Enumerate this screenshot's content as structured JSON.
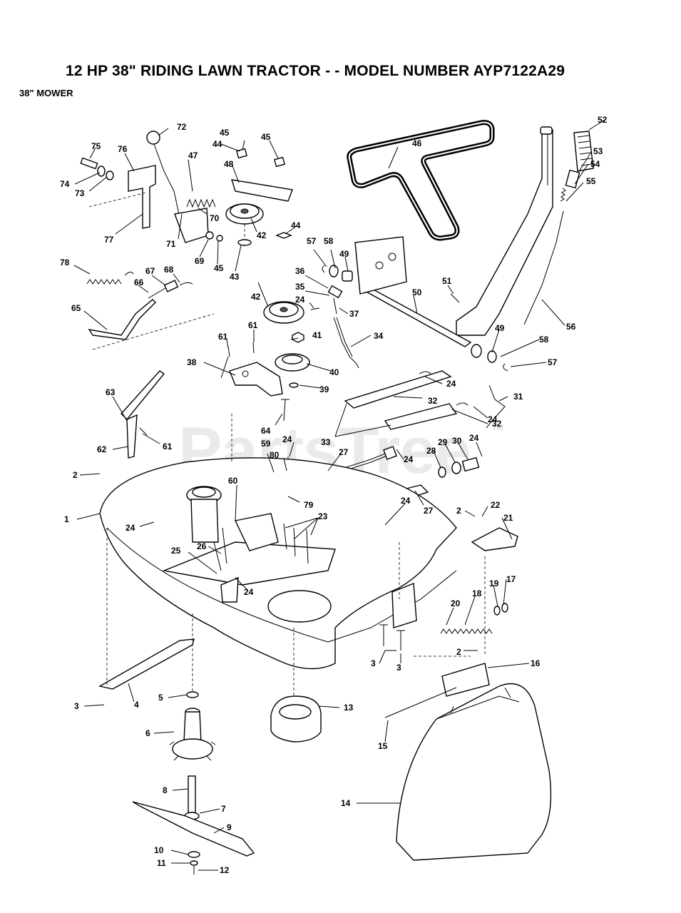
{
  "header": {
    "title": "12 HP 38\" RIDING LAWN TRACTOR - - MODEL NUMBER AYP7122A29",
    "subtitle": "38\" MOWER"
  },
  "watermark": {
    "text": "PartsTree",
    "trademark": "TM"
  },
  "callouts": {
    "c1": "1",
    "c2a": "2",
    "c2b": "2",
    "c2c": "2",
    "c3a": "3",
    "c3b": "3",
    "c3c": "3",
    "c4": "4",
    "c5": "5",
    "c6": "6",
    "c7": "7",
    "c8": "8",
    "c9": "9",
    "c10": "10",
    "c11": "11",
    "c12": "12",
    "c13": "13",
    "c14": "14",
    "c15": "15",
    "c16": "16",
    "c17": "17",
    "c18": "18",
    "c19": "19",
    "c20": "20",
    "c21": "21",
    "c22": "22",
    "c23": "23",
    "c24a": "24",
    "c24b": "24",
    "c24c": "24",
    "c24d": "24",
    "c24e": "24",
    "c24f": "24",
    "c24g": "24",
    "c24h": "24",
    "c25": "25",
    "c26": "26",
    "c27a": "27",
    "c27b": "27",
    "c28": "28",
    "c29": "29",
    "c30": "30",
    "c31": "31",
    "c32a": "32",
    "c32b": "32",
    "c33": "33",
    "c34": "34",
    "c35": "35",
    "c36": "36",
    "c37": "37",
    "c38": "38",
    "c39": "39",
    "c40": "40",
    "c41": "41",
    "c42a": "42",
    "c42b": "42",
    "c43": "43",
    "c44a": "44",
    "c44b": "44",
    "c45a": "45",
    "c45b": "45",
    "c45c": "45",
    "c46": "46",
    "c47": "47",
    "c48": "48",
    "c49a": "49",
    "c49b": "49",
    "c50": "50",
    "c51": "51",
    "c52": "52",
    "c53": "53",
    "c54": "54",
    "c55": "55",
    "c56": "56",
    "c57a": "57",
    "c57b": "57",
    "c58a": "58",
    "c58b": "58",
    "c59": "59",
    "c60": "60",
    "c61a": "61",
    "c61b": "61",
    "c61c": "61",
    "c62": "62",
    "c63": "63",
    "c64": "64",
    "c65": "65",
    "c66": "66",
    "c67": "67",
    "c68": "68",
    "c69": "69",
    "c70": "70",
    "c71": "71",
    "c72": "72",
    "c73": "73",
    "c74": "74",
    "c75": "75",
    "c76": "76",
    "c77": "77",
    "c78": "78",
    "c79": "79",
    "c80": "80"
  }
}
